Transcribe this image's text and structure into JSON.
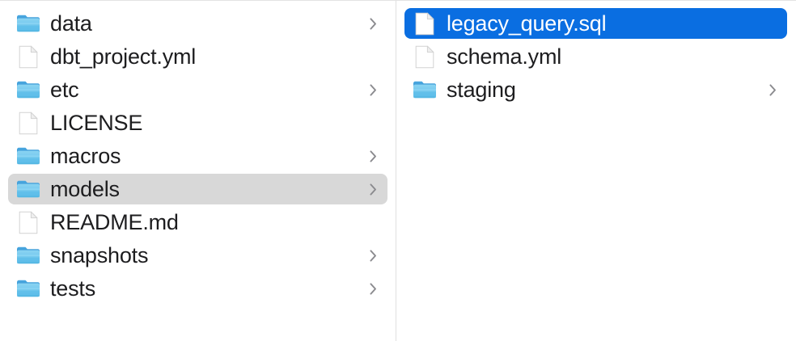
{
  "window": {
    "view_mode": "column",
    "accent_color": "#0a6ee1",
    "inactive_selection_color": "#d8d8d8",
    "folder_icon_color": "#63c4ec",
    "text_color": "#1d1d1f",
    "divider_color": "#e0e0e0"
  },
  "columns": [
    {
      "name": "parent-column",
      "items": [
        {
          "label": "data",
          "icon": "folder-icon",
          "kind": "folder",
          "has_chevron": true,
          "state": "normal"
        },
        {
          "label": "dbt_project.yml",
          "icon": "document-icon",
          "kind": "file",
          "has_chevron": false,
          "state": "normal"
        },
        {
          "label": "etc",
          "icon": "folder-icon",
          "kind": "folder",
          "has_chevron": true,
          "state": "normal"
        },
        {
          "label": "LICENSE",
          "icon": "document-icon",
          "kind": "file",
          "has_chevron": false,
          "state": "normal"
        },
        {
          "label": "macros",
          "icon": "folder-icon",
          "kind": "folder",
          "has_chevron": true,
          "state": "normal"
        },
        {
          "label": "models",
          "icon": "folder-icon",
          "kind": "folder",
          "has_chevron": true,
          "state": "selected-inactive"
        },
        {
          "label": "README.md",
          "icon": "document-icon",
          "kind": "file",
          "has_chevron": false,
          "state": "normal"
        },
        {
          "label": "snapshots",
          "icon": "folder-icon",
          "kind": "folder",
          "has_chevron": true,
          "state": "normal"
        },
        {
          "label": "tests",
          "icon": "folder-icon",
          "kind": "folder",
          "has_chevron": true,
          "state": "normal"
        }
      ]
    },
    {
      "name": "child-column",
      "items": [
        {
          "label": "legacy_query.sql",
          "icon": "document-icon",
          "kind": "file",
          "has_chevron": false,
          "state": "selected-active"
        },
        {
          "label": "schema.yml",
          "icon": "document-icon",
          "kind": "file",
          "has_chevron": false,
          "state": "normal"
        },
        {
          "label": "staging",
          "icon": "folder-icon",
          "kind": "folder",
          "has_chevron": true,
          "state": "normal"
        }
      ]
    }
  ]
}
